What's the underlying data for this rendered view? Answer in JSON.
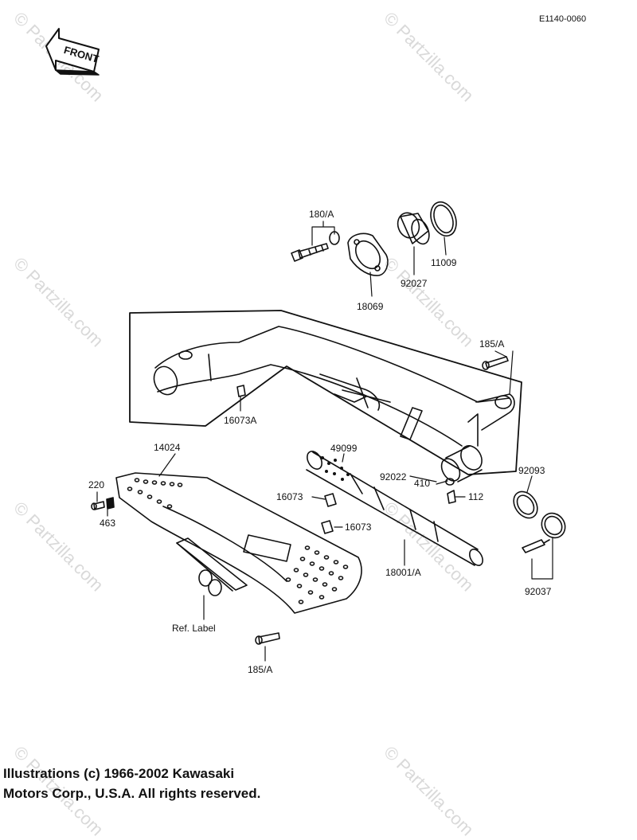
{
  "diagram_code": "E1140-0060",
  "front_label": "FRONT",
  "parts": {
    "p180A": "180/A",
    "p18069": "18069",
    "p92027": "92027",
    "p11009": "11009",
    "p185A_top": "185/A",
    "p16073A": "16073A",
    "p14024": "14024",
    "p49099": "49099",
    "p92022": "92022",
    "p410": "410",
    "p112": "112",
    "p92093": "92093",
    "p220": "220",
    "p463": "463",
    "p16073_a": "16073",
    "p16073_b": "16073",
    "p18001A": "18001/A",
    "p92037": "92037",
    "ref_label": "Ref. Label",
    "p185A_bottom": "185/A"
  },
  "copyright": {
    "line1": "Illustrations (c) 1966-2002 Kawasaki",
    "line2": "Motors Corp., U.S.A.  All rights reserved."
  },
  "watermark": "© Partzilla.com"
}
